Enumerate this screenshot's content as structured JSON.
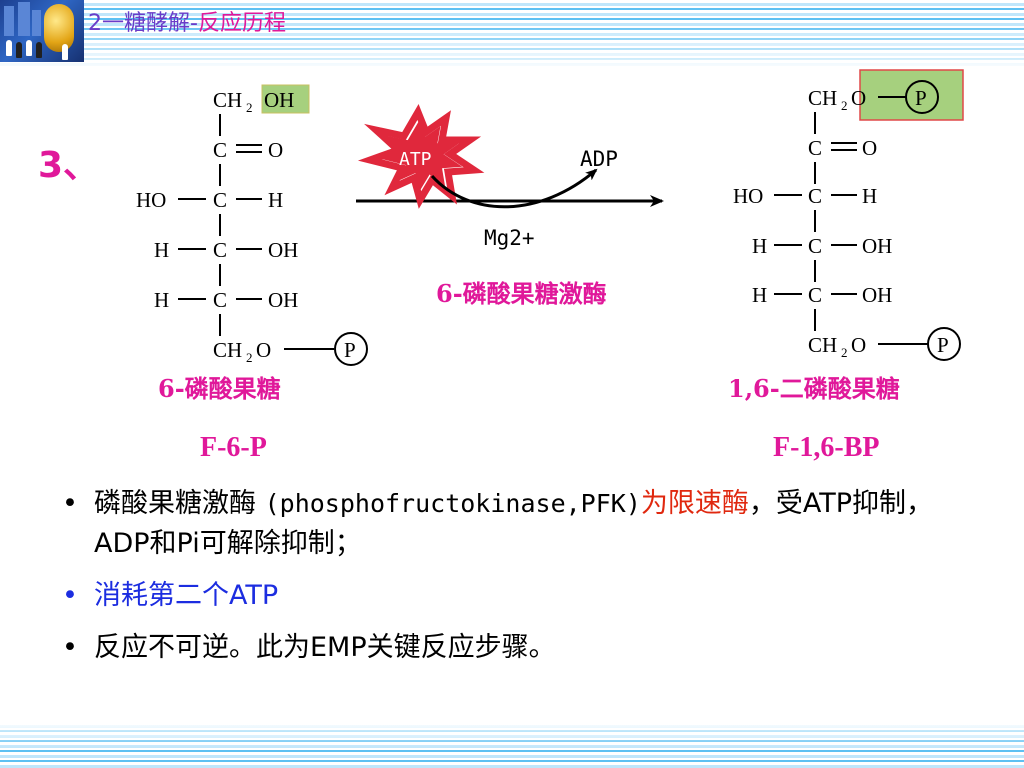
{
  "header": {
    "title_part1": "2一糖酵解-",
    "title_part2": "反应历程"
  },
  "step_number": "3、",
  "substrate": {
    "top": "CH",
    "top_sub": "2",
    "top_group": "OH",
    "carbonyl_c": "C",
    "carbonyl_o": "O",
    "row3_left": "HO",
    "row3_c": "C",
    "row3_right": "H",
    "row4_left": "H",
    "row4_c": "C",
    "row4_right": "OH",
    "row5_left": "H",
    "row5_c": "C",
    "row5_right": "OH",
    "bottom": "CH",
    "bottom_sub": "2",
    "bottom_o": "O",
    "phosphate": "P",
    "name": "6-磷酸果糖",
    "abbr": "F-6-P"
  },
  "product": {
    "top": "CH",
    "top_sub": "2",
    "top_o": "O",
    "top_phosphate": "P",
    "carbonyl_c": "C",
    "carbonyl_o": "O",
    "row3_left": "HO",
    "row3_c": "C",
    "row3_right": "H",
    "row4_left": "H",
    "row4_c": "C",
    "row4_right": "OH",
    "row5_left": "H",
    "row5_c": "C",
    "row5_right": "OH",
    "bottom": "CH",
    "bottom_sub": "2",
    "bottom_o": "O",
    "phosphate": "P",
    "name": "1,6-二磷酸果糖",
    "abbr": "F-1,6-BP"
  },
  "reaction": {
    "atp": "ATP",
    "adp": "ADP",
    "cofactor": "Mg2+",
    "enzyme": "6-磷酸果糖激酶"
  },
  "bullets": {
    "b1_zh1": "磷酸果糖激酶 ",
    "b1_mono": "(phosphofructokinase,PFK)",
    "b1_red": "为限速酶",
    "b1_rest": "，受ATP抑制，ADP和Pi可解除抑制；",
    "b2": "消耗第二个ATP",
    "b3": "反应不可逆。此为EMP关键反应步骤。"
  },
  "colors": {
    "title_purple": "#6a3cc8",
    "accent_pink": "#e0189a",
    "highlight_green": "#a6d07e",
    "highlight_border": "#e04848",
    "atp_burst": "#e0283c",
    "bullet_blue": "#1c2de0",
    "bullet_red": "#e0280f"
  }
}
